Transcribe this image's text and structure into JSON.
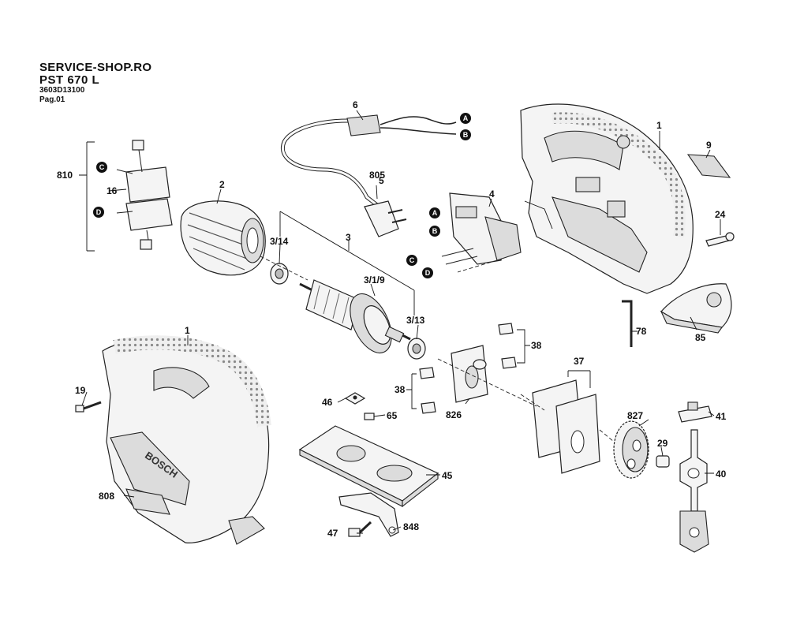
{
  "header": {
    "shop": "SERVICE-SHOP.RO",
    "model": "PST 670 L",
    "code": "3603D13100",
    "page": "Pag.01"
  },
  "brand": "BOSCH",
  "part_labels": [
    {
      "key": "p1a",
      "text": "1"
    },
    {
      "key": "p1b",
      "text": "1"
    },
    {
      "key": "p2",
      "text": "2"
    },
    {
      "key": "p3",
      "text": "3"
    },
    {
      "key": "p3_1_9",
      "text": "3/1/9"
    },
    {
      "key": "p3_13",
      "text": "3/13"
    },
    {
      "key": "p3_14",
      "text": "3/14"
    },
    {
      "key": "p4",
      "text": "4"
    },
    {
      "key": "p5",
      "text": "5"
    },
    {
      "key": "p6",
      "text": "6"
    },
    {
      "key": "p9",
      "text": "9"
    },
    {
      "key": "p16",
      "text": "16"
    },
    {
      "key": "p19",
      "text": "19"
    },
    {
      "key": "p24",
      "text": "24"
    },
    {
      "key": "p29",
      "text": "29"
    },
    {
      "key": "p37",
      "text": "37"
    },
    {
      "key": "p38a",
      "text": "38"
    },
    {
      "key": "p38b",
      "text": "38"
    },
    {
      "key": "p40",
      "text": "40"
    },
    {
      "key": "p41",
      "text": "41"
    },
    {
      "key": "p45",
      "text": "45"
    },
    {
      "key": "p46",
      "text": "46"
    },
    {
      "key": "p47",
      "text": "47"
    },
    {
      "key": "p65",
      "text": "65"
    },
    {
      "key": "p78",
      "text": "78"
    },
    {
      "key": "p85",
      "text": "85"
    },
    {
      "key": "p805",
      "text": "805"
    },
    {
      "key": "p808",
      "text": "808"
    },
    {
      "key": "p810",
      "text": "810"
    },
    {
      "key": "p826",
      "text": "826"
    },
    {
      "key": "p827",
      "text": "827"
    },
    {
      "key": "p848",
      "text": "848"
    }
  ],
  "connectors": [
    {
      "key": "cA1",
      "text": "A"
    },
    {
      "key": "cB1",
      "text": "B"
    },
    {
      "key": "cA2",
      "text": "A"
    },
    {
      "key": "cB2",
      "text": "B"
    },
    {
      "key": "cC1",
      "text": "C"
    },
    {
      "key": "cD1",
      "text": "D"
    },
    {
      "key": "cC2",
      "text": "C"
    },
    {
      "key": "cD2",
      "text": "D"
    }
  ]
}
